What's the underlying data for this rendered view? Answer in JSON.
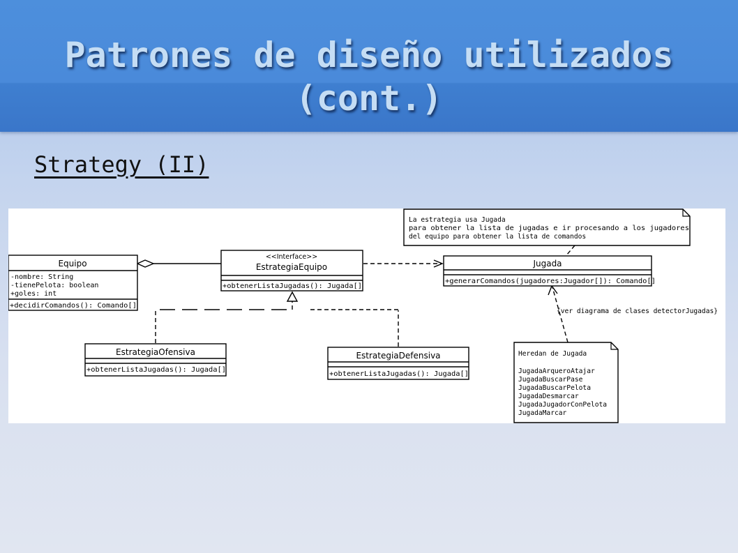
{
  "slide": {
    "title_line1": "Patrones de diseño utilizados",
    "title_line2": "(cont.)",
    "subtitle": "Strategy (II)"
  },
  "diagram": {
    "equipo": {
      "name": "Equipo",
      "attributes": [
        "-nombre: String",
        "-tienePelota: boolean",
        "+goles: int"
      ],
      "operations": [
        "+decidirComandos(): Comando[]"
      ]
    },
    "estrategia_equipo": {
      "stereotype": "<<Interface>>",
      "name": "EstrategiaEquipo",
      "operations": [
        "+obtenerListaJugadas(): Jugada[]"
      ]
    },
    "jugada": {
      "name": "Jugada",
      "operations": [
        "+generarComandos(jugadores:Jugador[]): Comando[]"
      ]
    },
    "estrategia_ofensiva": {
      "name": "EstrategiaOfensiva",
      "operations": [
        "+obtenerListaJugadas(): Jugada[]"
      ]
    },
    "estrategia_defensiva": {
      "name": "EstrategiaDefensiva",
      "operations": [
        "+obtenerListaJugadas(): Jugada[]"
      ]
    },
    "note_strategy": {
      "lines": [
        "La estrategia usa Jugada",
        "para obtener la lista de jugadas e ir procesando a los jugadores",
        "del equipo para obtener la lista de comandos"
      ]
    },
    "note_jugadas": {
      "lines": [
        "Heredan de Jugada",
        "",
        "JugadaArqueroAtajar",
        "JugadaBuscarPase",
        "JugadaBuscarPelota",
        "JugadaDesmarcar",
        "JugadaJugadorConPelota",
        "JugadaMarcar"
      ]
    },
    "annotation": "{ver diagrama de clases detectorJugadas}"
  }
}
